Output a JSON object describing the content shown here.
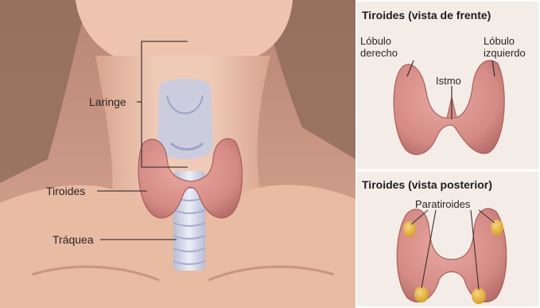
{
  "main_figure": {
    "labels": {
      "larynx": "Laringe",
      "thyroid": "Tiroides",
      "trachea": "Tráquea"
    }
  },
  "front_view": {
    "title": "Tiroides (vista de frente)",
    "labels": {
      "right_lobe": "Lóbulo derecho",
      "isthmus": "Istmo",
      "left_lobe": "Lóbulo izquierdo"
    }
  },
  "posterior_view": {
    "title": "Tiroides (vista posterior)",
    "labels": {
      "parathyroids": "Paratiroides"
    }
  },
  "colors": {
    "skin": "#e8bba3",
    "background_skin": "#c9957f",
    "hair": "#8f6a5a",
    "thyroid": "#d98f8a",
    "thyroid_shadow": "#b86a66",
    "parathyroid": "#e8b440",
    "trachea": "#d3d4e6",
    "panel": "#f4ece7"
  }
}
